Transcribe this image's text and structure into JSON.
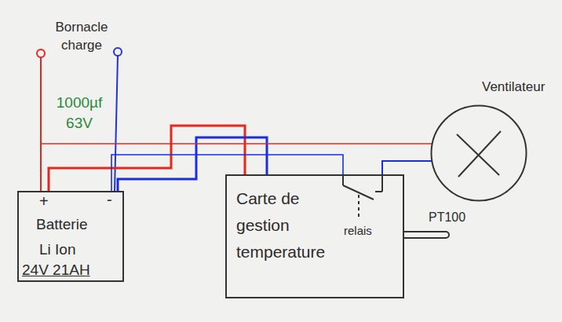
{
  "diagram": {
    "nodes": [
      {
        "text": [
          "+",
          "-",
          "Batterie",
          "Li Ion",
          "24V 21AH"
        ]
      },
      {
        "text": [
          "Carte de gestion temperature"
        ]
      },
      {
        "text": [
          "Ventilateur"
        ]
      }
    ],
    "edges": [
      {
        "from": 0,
        "to": 1,
        "arrow": "none"
      },
      {
        "from": 0,
        "to": 1,
        "arrow": "none"
      },
      {
        "from": 0,
        "to": 2,
        "arrow": "none"
      },
      {
        "from": 0,
        "to": 1,
        "arrow": "none"
      },
      {
        "from": 1,
        "to": 2,
        "arrow": "none"
      }
    ],
    "labels": [
      "Bornacle charge",
      "1000µf 63V",
      "relais",
      "PT100"
    ]
  }
}
